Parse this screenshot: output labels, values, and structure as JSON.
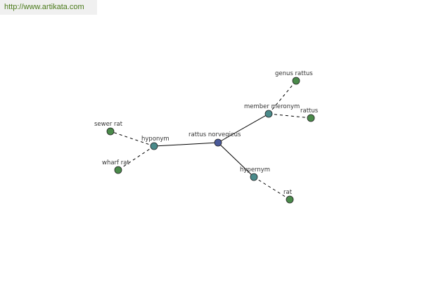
{
  "banner": {
    "url": "http://www.artikata.com"
  },
  "colors": {
    "center": "#4a5a9a",
    "relation": "#4a8a8a",
    "leaf": "#4a8a4a",
    "edge": "#000000",
    "stroke": "#222222"
  },
  "graph": {
    "nodes": [
      {
        "id": "center",
        "label": "rattus norvegicus",
        "kind": "center"
      },
      {
        "id": "hyponym",
        "label": "hyponym",
        "kind": "relation"
      },
      {
        "id": "meronym",
        "label": "member meronym",
        "kind": "relation"
      },
      {
        "id": "hypernym",
        "label": "hypernym",
        "kind": "relation"
      },
      {
        "id": "sewer",
        "label": "sewer rat",
        "kind": "leaf"
      },
      {
        "id": "wharf",
        "label": "wharf rat",
        "kind": "leaf"
      },
      {
        "id": "genus",
        "label": "genus rattus",
        "kind": "leaf"
      },
      {
        "id": "rattus",
        "label": "rattus",
        "kind": "leaf"
      },
      {
        "id": "rat",
        "label": "rat",
        "kind": "leaf"
      }
    ],
    "edges": [
      {
        "from": "center",
        "to": "hyponym",
        "style": "solid"
      },
      {
        "from": "center",
        "to": "meronym",
        "style": "solid"
      },
      {
        "from": "center",
        "to": "hypernym",
        "style": "solid"
      },
      {
        "from": "hyponym",
        "to": "sewer",
        "style": "dashed"
      },
      {
        "from": "hyponym",
        "to": "wharf",
        "style": "dashed"
      },
      {
        "from": "meronym",
        "to": "genus",
        "style": "dashed"
      },
      {
        "from": "meronym",
        "to": "rattus",
        "style": "dashed"
      },
      {
        "from": "hypernym",
        "to": "rat",
        "style": "dashed"
      }
    ]
  }
}
